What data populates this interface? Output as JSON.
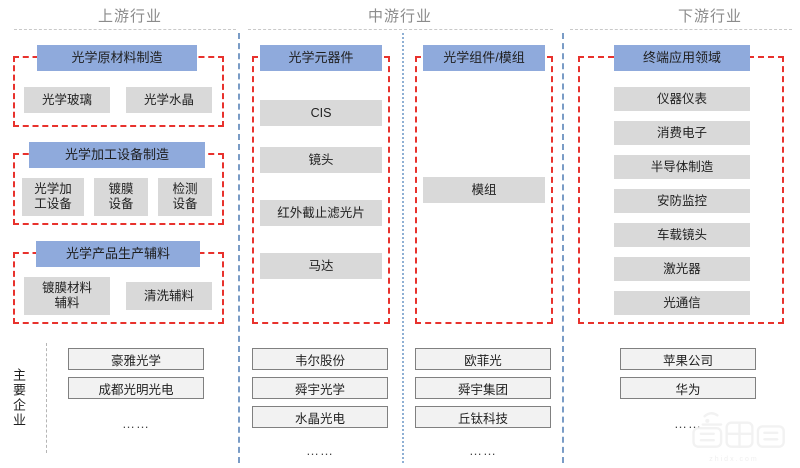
{
  "columns": [
    {
      "label": "上游行业"
    },
    {
      "label": "中游行业"
    },
    {
      "label": "下游行业"
    }
  ],
  "groups": {
    "upstream_materials": {
      "header": "光学原材料制造",
      "items": [
        "光学玻璃",
        "光学水晶"
      ]
    },
    "upstream_equipment": {
      "header": "光学加工设备制造",
      "items": [
        "光学加\n工设备",
        "镀膜\n设备",
        "检测\n设备"
      ]
    },
    "upstream_aux": {
      "header": "光学产品生产辅料",
      "items": [
        "镀膜材料\n辅料",
        "清洗辅料"
      ]
    },
    "mid_components": {
      "header": "光学元器件",
      "items": [
        "CIS",
        "镜头",
        "红外截止滤光片",
        "马达"
      ]
    },
    "mid_modules": {
      "header": "光学组件/模组",
      "items": [
        "模组"
      ]
    },
    "downstream_apps": {
      "header": "终端应用领域",
      "items": [
        "仪器仪表",
        "消费电子",
        "半导体制造",
        "安防监控",
        "车载镜头",
        "激光器",
        "光通信"
      ]
    }
  },
  "bottom": {
    "row_label": "主要企业",
    "ellipsis": "……",
    "lanes": [
      {
        "name": "upstream",
        "companies": [
          "豪雅光学",
          "成都光明光电"
        ]
      },
      {
        "name": "mid-components",
        "companies": [
          "韦尔股份",
          "舜宇光学",
          "水晶光电"
        ]
      },
      {
        "name": "mid-modules",
        "companies": [
          "欧菲光",
          "舜宇集团",
          "丘钛科技"
        ]
      },
      {
        "name": "downstream",
        "companies": [
          "苹果公司",
          "华为"
        ]
      }
    ]
  },
  "watermark": {
    "brand": "智东西",
    "site": "zhidx.com"
  },
  "colors": {
    "header_blue": "#8faadc",
    "chip_grey": "#d9d9d9",
    "group_red": "#e8322d",
    "divider_blue": "#7a9cc6",
    "company_fill": "#f2f2f2"
  }
}
